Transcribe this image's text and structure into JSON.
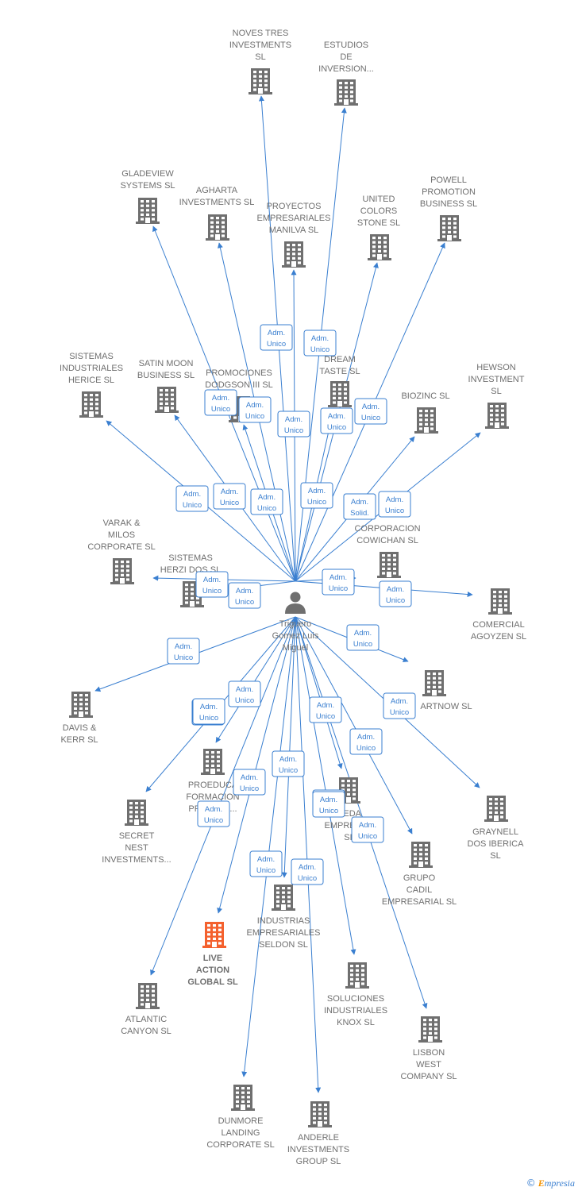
{
  "center": {
    "name_lines": [
      "Triguero",
      "Gomez Luis",
      "Miguel"
    ]
  },
  "colors": {
    "edge": "#3a7fd0",
    "building": "#6f6f6f",
    "highlight": "#f4612e"
  },
  "companies": [
    {
      "id": "noves",
      "lines": [
        "NOVES TRES",
        "INVESTMENTS",
        "SL"
      ]
    },
    {
      "id": "estudios",
      "lines": [
        "ESTUDIOS",
        "DE",
        "INVERSION..."
      ]
    },
    {
      "id": "gladeview",
      "lines": [
        "GLADEVIEW",
        "SYSTEMS  SL"
      ]
    },
    {
      "id": "agharta",
      "lines": [
        "AGHARTA",
        "INVESTMENTS SL"
      ]
    },
    {
      "id": "proyectos",
      "lines": [
        "PROYECTOS",
        "EMPRESARIALES",
        "MANILVA SL"
      ]
    },
    {
      "id": "united",
      "lines": [
        "UNITED",
        "COLORS",
        "STONE SL"
      ]
    },
    {
      "id": "powell",
      "lines": [
        "POWELL",
        "PROMOTION",
        "BUSINESS  SL"
      ]
    },
    {
      "id": "sistemas-herice",
      "lines": [
        "SISTEMAS",
        "INDUSTRIALES",
        "HERICE  SL"
      ]
    },
    {
      "id": "satin",
      "lines": [
        "SATIN MOON",
        "BUSINESS SL"
      ]
    },
    {
      "id": "promociones",
      "lines": [
        "PROMOCIONES",
        "DODGSON III SL"
      ]
    },
    {
      "id": "dream",
      "lines": [
        "DREAM",
        "TASTE SL"
      ]
    },
    {
      "id": "hewson",
      "lines": [
        "HEWSON",
        "INVESTMENT",
        "SL"
      ]
    },
    {
      "id": "biozinc",
      "lines": [
        "BIOZINC SL"
      ]
    },
    {
      "id": "varak",
      "lines": [
        "VARAK &",
        "MILOS",
        "CORPORATE SL"
      ]
    },
    {
      "id": "herzi",
      "lines": [
        "SISTEMAS",
        "HERZI DOS SL"
      ]
    },
    {
      "id": "cowichan",
      "lines": [
        "CORPORACION",
        "COWICHAN SL"
      ]
    },
    {
      "id": "agoyzen",
      "lines": [
        "COMERCIAL",
        "AGOYZEN SL"
      ]
    },
    {
      "id": "davis",
      "lines": [
        "DAVIS &",
        "KERR SL"
      ]
    },
    {
      "id": "artnow",
      "lines": [
        "ARTNOW SL"
      ]
    },
    {
      "id": "proeduca",
      "lines": [
        "PROEDUCA",
        "FORMACION",
        "PROF...AL..."
      ]
    },
    {
      "id": "secret",
      "lines": [
        "SECRET",
        "NEST",
        "INVESTMENTS..."
      ]
    },
    {
      "id": "veda",
      "lines": [
        "VEDA",
        "EMPRESA...",
        "SL"
      ]
    },
    {
      "id": "graynell",
      "lines": [
        "GRAYNELL",
        "DOS IBERICA",
        "SL"
      ]
    },
    {
      "id": "cadil",
      "lines": [
        "GRUPO",
        "CADIL",
        "EMPRESARIAL SL"
      ]
    },
    {
      "id": "seldon",
      "lines": [
        "INDUSTRIAS",
        "EMPRESARIALES",
        "SELDON SL"
      ]
    },
    {
      "id": "live",
      "lines": [
        "LIVE",
        "ACTION",
        "GLOBAL  SL"
      ],
      "highlight": true
    },
    {
      "id": "atlantic",
      "lines": [
        "ATLANTIC",
        "CANYON SL"
      ]
    },
    {
      "id": "knox",
      "lines": [
        "SOLUCIONES",
        "INDUSTRIALES",
        "KNOX SL"
      ]
    },
    {
      "id": "lisbon",
      "lines": [
        "LISBON",
        "WEST",
        "COMPANY  SL"
      ]
    },
    {
      "id": "dunmore",
      "lines": [
        "DUNMORE",
        "LANDING",
        "CORPORATE SL"
      ]
    },
    {
      "id": "anderle",
      "lines": [
        "ANDERLE",
        "INVESTMENTS",
        "GROUP SL"
      ]
    }
  ],
  "relations": [
    {
      "lines": [
        "Adm.",
        "Unico"
      ]
    },
    {
      "lines": [
        "Adm.",
        "Solid."
      ]
    }
  ],
  "footer": {
    "copyright": "©",
    "brand_first": "E",
    "brand_rest": "mpresia"
  }
}
